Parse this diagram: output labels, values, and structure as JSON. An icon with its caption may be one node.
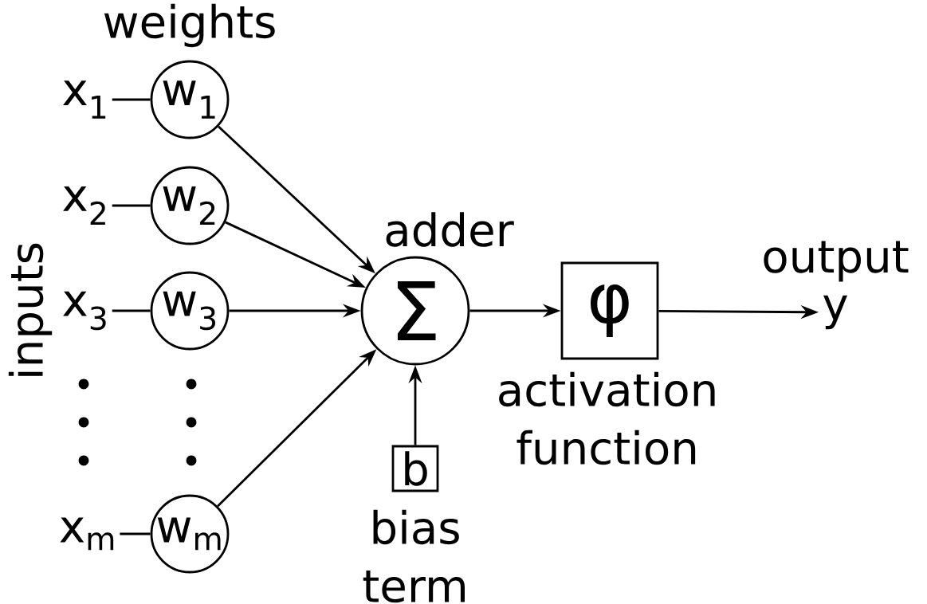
{
  "diagram": {
    "nodes": [
      {
        "text": [
          "x$_{1}$"
        ]
      },
      {
        "text": [
          "w$_{1}$"
        ]
      },
      {
        "text": [
          "x$_{2}$"
        ]
      },
      {
        "text": [
          "w$_{2}$"
        ]
      },
      {
        "text": [
          "x$_{3}$"
        ]
      },
      {
        "text": [
          "w$_{3}$"
        ]
      },
      {
        "text": [
          "x$_{m}$"
        ]
      },
      {
        "text": [
          "w$_{m}$"
        ]
      },
      {
        "text": [
          "Σ"
        ],
        "beside": [
          "adder"
        ]
      },
      {
        "text": [
          "φ"
        ],
        "beside": [
          "activation function"
        ]
      },
      {
        "text": [
          "y"
        ],
        "beside": [
          "output"
        ]
      },
      {
        "text": [
          "b"
        ],
        "beside": [
          "bias term"
        ]
      }
    ],
    "edges": [
      {
        "from": 0,
        "to": 1,
        "arrow": "none"
      },
      {
        "from": 2,
        "to": 3,
        "arrow": "none"
      },
      {
        "from": 4,
        "to": 5,
        "arrow": "none"
      },
      {
        "from": 6,
        "to": 7,
        "arrow": "none"
      },
      {
        "from": 1,
        "to": 8,
        "arrow": "to"
      },
      {
        "from": 3,
        "to": 8,
        "arrow": "to"
      },
      {
        "from": 5,
        "to": 8,
        "arrow": "to"
      },
      {
        "from": 7,
        "to": 8,
        "arrow": "to"
      },
      {
        "from": 11,
        "to": 8,
        "arrow": "to"
      },
      {
        "from": 8,
        "to": 9,
        "arrow": "to"
      },
      {
        "from": 9,
        "to": 10,
        "arrow": "to"
      }
    ],
    "labels": [
      "weights",
      "inputs"
    ]
  }
}
